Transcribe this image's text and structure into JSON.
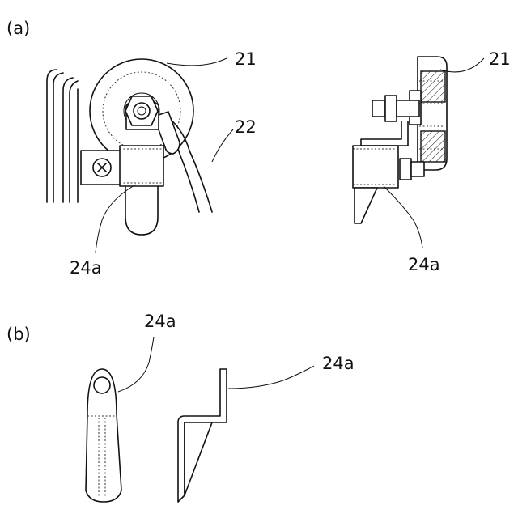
{
  "figure": {
    "panel_a": {
      "label": "(a)",
      "front_view": {
        "callout_pulley": "21",
        "callout_cable": "22",
        "callout_bracket": "24a"
      },
      "side_view": {
        "callout_pulley": "21",
        "callout_bracket": "24a"
      }
    },
    "panel_b": {
      "label": "(b)",
      "front_view": {
        "callout_bracket": "24a"
      },
      "side_view": {
        "callout_bracket": "24a"
      }
    }
  }
}
